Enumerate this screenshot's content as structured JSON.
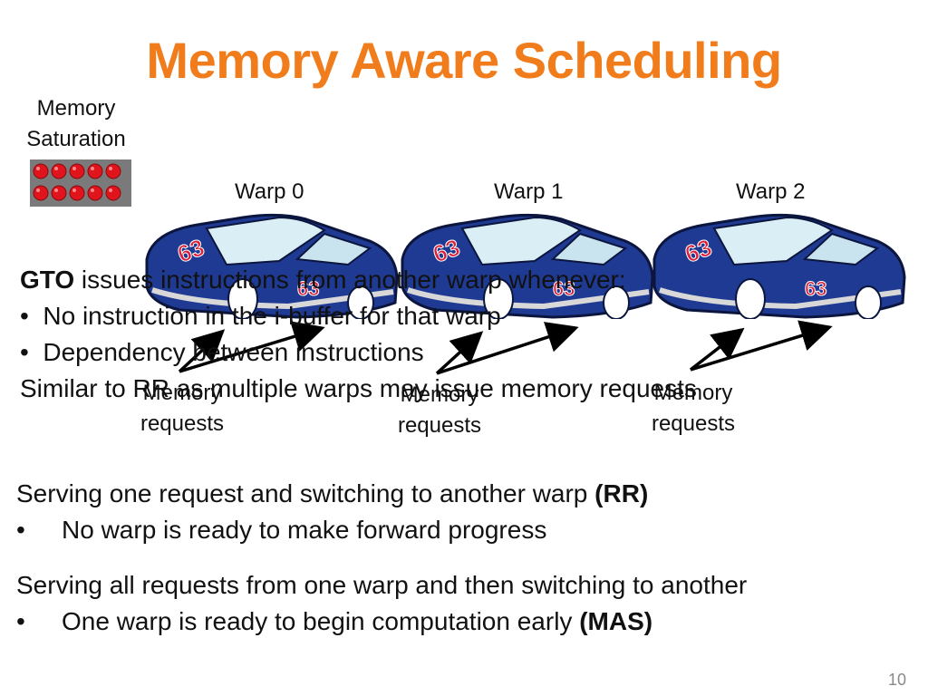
{
  "slide": {
    "title": "Memory Aware Scheduling",
    "page_number": "10",
    "colors": {
      "title": "#f07c1c",
      "car_body": "#1f3a93",
      "car_number": "#d6203a",
      "light_red": "#e0141c"
    }
  },
  "saturation": {
    "line1": "Memory",
    "line2": "Saturation",
    "icon": "traffic-lights-icon"
  },
  "warps": [
    {
      "label": "Warp 0",
      "car_number": "63"
    },
    {
      "label": "Warp 1",
      "car_number": "63"
    },
    {
      "label": "Warp 2",
      "car_number": "63"
    }
  ],
  "memory_requests": [
    {
      "line1": "Memory",
      "line2": "requests"
    },
    {
      "line1": "Memory",
      "line2": "requests"
    },
    {
      "line1": "Memory",
      "line2": "requests"
    }
  ],
  "gto": {
    "lead_bold": "GTO",
    "lead_rest": " issues instructions from another warp whenever:",
    "bullets": [
      "No instruction in the i-buffer for that warp",
      "Dependency between instructions"
    ],
    "similar": "Similar to RR as multiple warps may issue memory requests"
  },
  "rr_block": {
    "heading_text": "Serving one request and switching to another warp ",
    "heading_bold": "(RR)",
    "bullet_marker": "•",
    "bullet": "No warp is ready to make forward progress"
  },
  "mas_block": {
    "heading_text": "Serving all requests from one warp and then switching to another",
    "bullet_marker": "•",
    "bullet_text": "One warp is ready to begin computation early ",
    "bullet_bold": "(MAS)"
  }
}
